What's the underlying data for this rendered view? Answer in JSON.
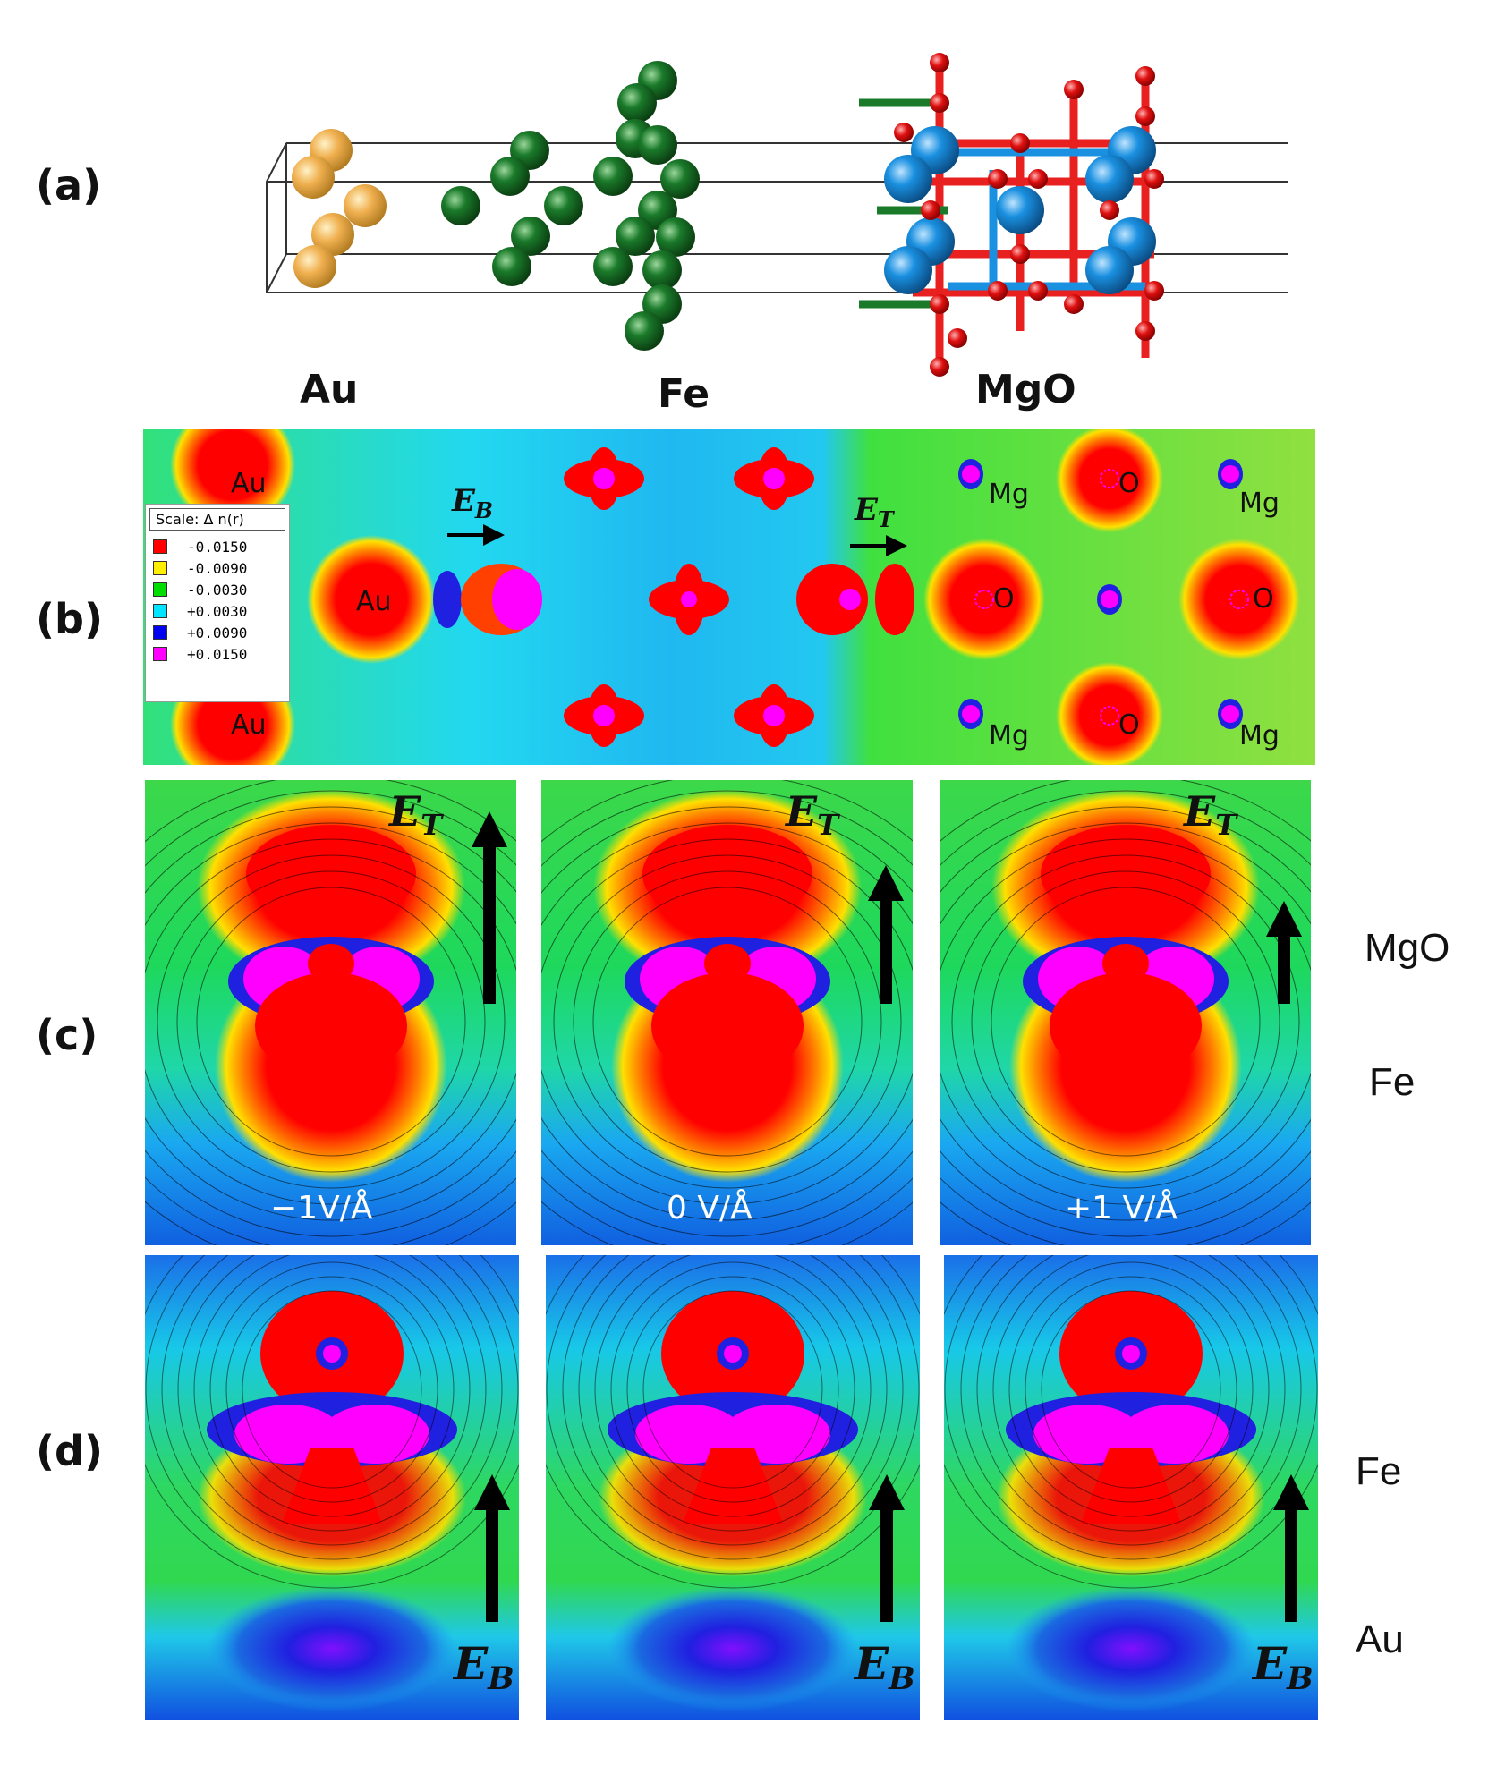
{
  "panels": {
    "a": "(a)",
    "b": "(b)",
    "c": "(c)",
    "d": "(d)"
  },
  "materials": {
    "au": "Au",
    "fe": "Fe",
    "mgo": "MgO"
  },
  "legend": {
    "title": "Scale:   Δ n(r)",
    "entries": [
      {
        "value": "-0.0150",
        "color": "#ff0000"
      },
      {
        "value": "-0.0090",
        "color": "#ffee00"
      },
      {
        "value": "-0.0030",
        "color": "#00dd00"
      },
      {
        "value": "+0.0030",
        "color": "#00e5ff"
      },
      {
        "value": "+0.0090",
        "color": "#0000ee"
      },
      {
        "value": "+0.0150",
        "color": "#ff00ff"
      }
    ]
  },
  "atom_labels": {
    "au": "Au",
    "mg": "Mg",
    "o": "O"
  },
  "vectors": {
    "eb": "E",
    "eb_sub": "B",
    "et": "E",
    "et_sub": "T"
  },
  "fields": {
    "neg": "−1V/Å",
    "zero": "0 V/Å",
    "pos": "+1 V/Å"
  },
  "side_labels": {
    "c_top": "MgO",
    "c_bottom": "Fe",
    "d_top": "Fe",
    "d_bottom": "Au"
  },
  "colors": {
    "au_atom": "#f0b050",
    "fe_atom": "#1a7a2a",
    "mg_atom": "#1a90e0",
    "o_atom": "#e01010",
    "bond_red": "#e82020",
    "bond_blue": "#1a90e0"
  }
}
